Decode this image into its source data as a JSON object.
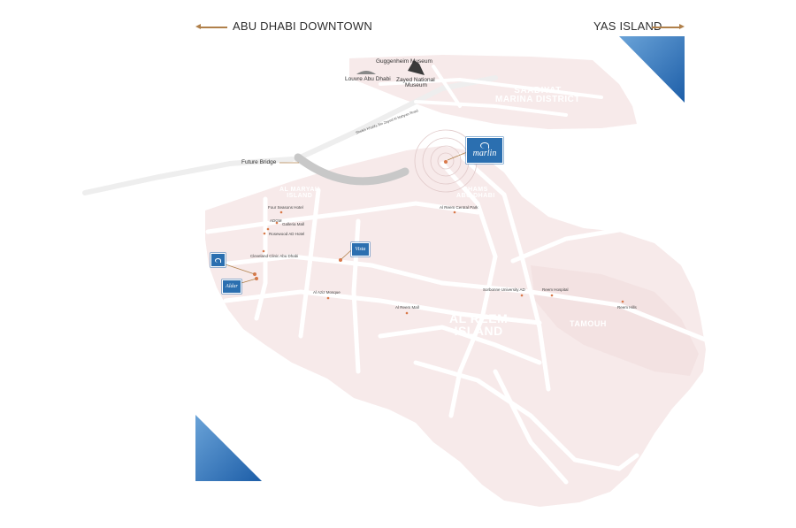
{
  "map": {
    "directions": {
      "left": "ABU DHABI DOWNTOWN",
      "right": "YAS ISLAND"
    },
    "districts": {
      "saadiyat_line1": "SAADIYAT",
      "saadiyat_line2": "MARINA DISTRICT",
      "al_maryah_line1": "AL MARYAH",
      "al_maryah_line2": "ISLAND",
      "shams_line1": "SHAMS",
      "shams_line2": "ABU DHABI",
      "al_reem_line1": "AL REEM",
      "al_reem_line2": "ISLAND",
      "tamouh": "TAMOUH"
    },
    "landmarks": {
      "guggenheim": "Guggenheim Museum",
      "louvre": "Louvre Abu Dhabi",
      "zayed_line1": "Zayed National",
      "zayed_line2": "Museum",
      "sheikh_road": "Sheikh Khalifa Bin Zayed Al Nahyan Road",
      "future_bridge": "Future Bridge"
    },
    "pois": [
      {
        "label": "Four Seasons Hotel"
      },
      {
        "label": "ADGM"
      },
      {
        "label": "Galleria Mall"
      },
      {
        "label": "Rosewood AD Hotel"
      },
      {
        "label": "Cleveland Clinic Abu Dhabi"
      },
      {
        "label": "Al Reem Central Park"
      },
      {
        "label": "Al Aziz Mosque"
      },
      {
        "label": "Al Reem Mall"
      },
      {
        "label": "Sorbonne University AD"
      },
      {
        "label": "Reem Hospital"
      },
      {
        "label": "Reem Hills"
      }
    ],
    "projects": {
      "marlin": "marlin",
      "vista": "Vista",
      "etc": "Aldar"
    },
    "colors": {
      "land": "#f7eaea",
      "road": "#ffffff",
      "accent_blue": "#2b6fb0",
      "arrow_gold": "#b0804a",
      "marker": "#d9794a",
      "bridge": "#c8c8c8"
    }
  }
}
